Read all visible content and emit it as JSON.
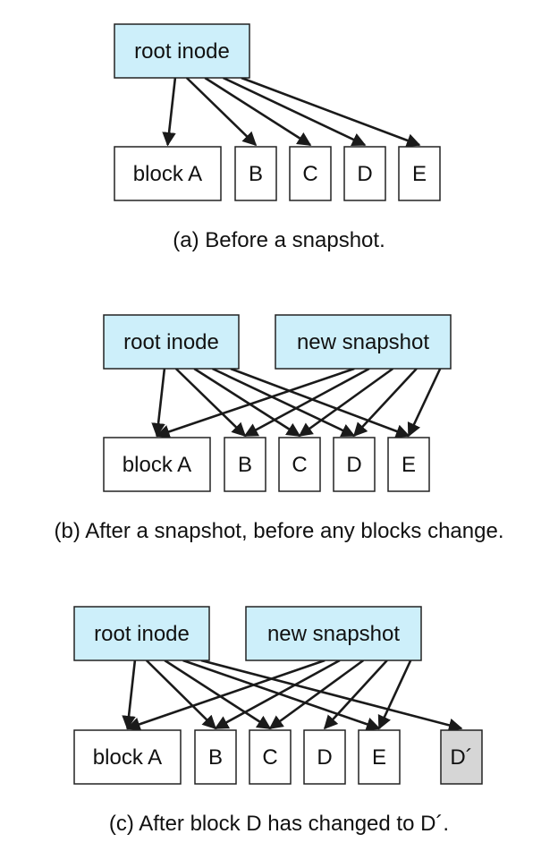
{
  "colors": {
    "inode_fill": "#cdeffa",
    "block_fill": "#ffffff",
    "changed_block_fill": "#d6d6d6",
    "stroke": "#222222"
  },
  "panels": [
    {
      "id": "a",
      "caption": "(a) Before a snapshot.",
      "inodes": [
        {
          "id": "root",
          "label": "root inode"
        }
      ],
      "blocks": [
        {
          "id": "A",
          "label": "block A"
        },
        {
          "id": "B",
          "label": "B"
        },
        {
          "id": "C",
          "label": "C"
        },
        {
          "id": "D",
          "label": "D"
        },
        {
          "id": "E",
          "label": "E"
        }
      ],
      "edges": [
        [
          "root",
          "A"
        ],
        [
          "root",
          "B"
        ],
        [
          "root",
          "C"
        ],
        [
          "root",
          "D"
        ],
        [
          "root",
          "E"
        ]
      ]
    },
    {
      "id": "b",
      "caption": "(b) After a snapshot, before any blocks change.",
      "inodes": [
        {
          "id": "root",
          "label": "root inode"
        },
        {
          "id": "snap",
          "label": "new snapshot"
        }
      ],
      "blocks": [
        {
          "id": "A",
          "label": "block A"
        },
        {
          "id": "B",
          "label": "B"
        },
        {
          "id": "C",
          "label": "C"
        },
        {
          "id": "D",
          "label": "D"
        },
        {
          "id": "E",
          "label": "E"
        }
      ],
      "edges": [
        [
          "root",
          "A"
        ],
        [
          "root",
          "B"
        ],
        [
          "root",
          "C"
        ],
        [
          "root",
          "D"
        ],
        [
          "root",
          "E"
        ],
        [
          "snap",
          "A"
        ],
        [
          "snap",
          "B"
        ],
        [
          "snap",
          "C"
        ],
        [
          "snap",
          "D"
        ],
        [
          "snap",
          "E"
        ]
      ]
    },
    {
      "id": "c",
      "caption": "(c) After block D has changed to D´.",
      "inodes": [
        {
          "id": "root",
          "label": "root inode"
        },
        {
          "id": "snap",
          "label": "new snapshot"
        }
      ],
      "blocks": [
        {
          "id": "A",
          "label": "block A"
        },
        {
          "id": "B",
          "label": "B"
        },
        {
          "id": "C",
          "label": "C"
        },
        {
          "id": "D",
          "label": "D"
        },
        {
          "id": "E",
          "label": "E"
        },
        {
          "id": "Dp",
          "label": "D´",
          "changed": true
        }
      ],
      "edges": [
        [
          "root",
          "A"
        ],
        [
          "root",
          "B"
        ],
        [
          "root",
          "C"
        ],
        [
          "root",
          "E"
        ],
        [
          "root",
          "Dp"
        ],
        [
          "snap",
          "A"
        ],
        [
          "snap",
          "B"
        ],
        [
          "snap",
          "C"
        ],
        [
          "snap",
          "D"
        ],
        [
          "snap",
          "E"
        ]
      ]
    }
  ]
}
